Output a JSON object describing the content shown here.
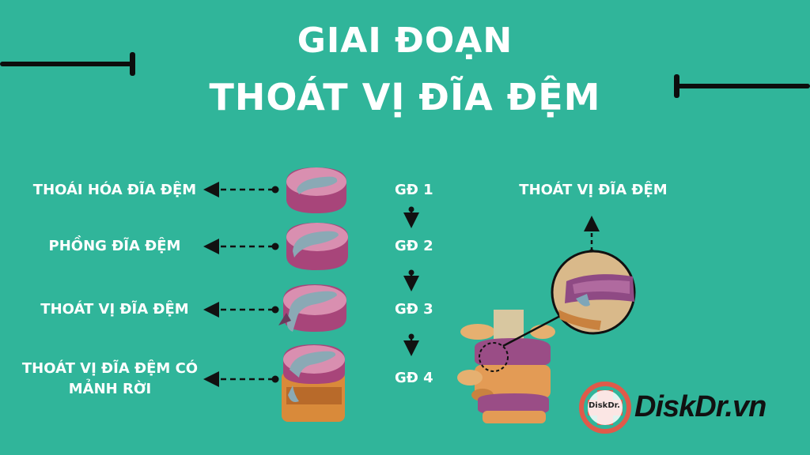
{
  "title": {
    "line1": "GIAI ĐOẠN",
    "line2": "THOÁT VỊ ĐĨA ĐỆM"
  },
  "stages": [
    {
      "label": "THOÁI HÓA ĐĨA ĐỆM",
      "code": "GĐ 1"
    },
    {
      "label": "PHỒNG ĐĨA ĐỆM",
      "code": "GĐ 2"
    },
    {
      "label": "THOÁT VỊ ĐĨA ĐỆM",
      "code": "GĐ 3"
    },
    {
      "label_line1": "THOÁT  VỊ ĐĨA ĐỆM CÓ",
      "label_line2": "MẢNH RỜI",
      "code": "GĐ 4"
    }
  ],
  "right_label": "THOÁT VỊ ĐĨA ĐỆM",
  "brand": {
    "logo_text": "DiskDr.",
    "name": "DiskDr.vn"
  },
  "colors": {
    "background": "#30b59a",
    "text": "#ffffff",
    "disc": "#c25a86",
    "nucleus": "#7fa6b8"
  }
}
